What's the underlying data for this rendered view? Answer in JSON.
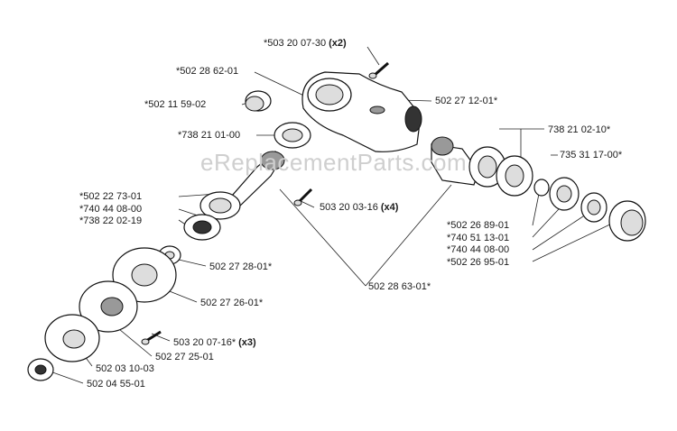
{
  "watermark": "eReplacementParts.com",
  "labels": [
    {
      "id": "p1",
      "text": "*503 20 07-30",
      "qty": "(x2)"
    },
    {
      "id": "p2",
      "text": "*502 28 62-01",
      "qty": ""
    },
    {
      "id": "p3",
      "text": "*502 11 59-02",
      "qty": ""
    },
    {
      "id": "p4",
      "text": "502 27 12-01*",
      "qty": ""
    },
    {
      "id": "p5",
      "text": "*738 21 01-00",
      "qty": ""
    },
    {
      "id": "p6",
      "text": "738 21 02-10*",
      "qty": ""
    },
    {
      "id": "p7",
      "text": "735 31 17-00*",
      "qty": ""
    },
    {
      "id": "p8",
      "text": "*502 22 73-01",
      "qty": ""
    },
    {
      "id": "p9",
      "text": "*740 44 08-00",
      "qty": ""
    },
    {
      "id": "p10",
      "text": "*738 22 02-19",
      "qty": ""
    },
    {
      "id": "p11",
      "text": "503 20 03-16",
      "qty": "(x4)"
    },
    {
      "id": "p12",
      "text": "*502 26 89-01",
      "qty": ""
    },
    {
      "id": "p13",
      "text": "*740 51 13-01",
      "qty": ""
    },
    {
      "id": "p14",
      "text": "*740 44 08-00",
      "qty": ""
    },
    {
      "id": "p15",
      "text": "*502 26 95-01",
      "qty": ""
    },
    {
      "id": "p16",
      "text": "502 27 28-01*",
      "qty": ""
    },
    {
      "id": "p17",
      "text": "502 28 63-01*",
      "qty": ""
    },
    {
      "id": "p18",
      "text": "502 27 26-01*",
      "qty": ""
    },
    {
      "id": "p19",
      "text": "503 20 07-16*",
      "qty": "(x3)"
    },
    {
      "id": "p20",
      "text": "502 27 25-01",
      "qty": ""
    },
    {
      "id": "p21",
      "text": "502 03 10-03",
      "qty": ""
    },
    {
      "id": "p22",
      "text": "502 04 55-01",
      "qty": ""
    }
  ]
}
